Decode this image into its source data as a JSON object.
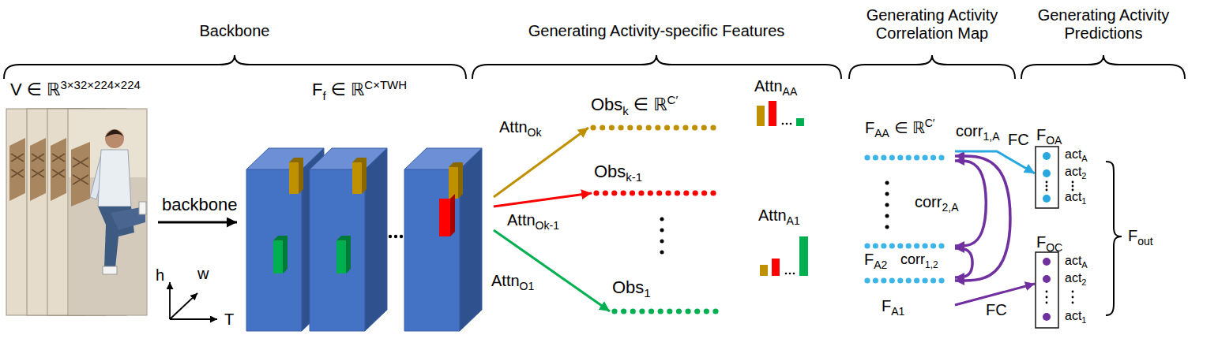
{
  "diagram": {
    "nodes": [
      {
        "text": [
          "V ∈ ℝ",
          "3×32×224×224"
        ]
      },
      {
        "text": [
          "F",
          "f",
          "∈ ℝ",
          "C×TWH"
        ]
      },
      {
        "text": [
          "Obs",
          "k",
          "∈ ℝ",
          "C′"
        ]
      },
      {
        "text": [
          "Obs",
          "k-1"
        ]
      },
      {
        "text": [
          "Obs",
          "1"
        ]
      },
      {
        "text": [
          "F",
          "AA",
          "∈ ℝ",
          "C′"
        ]
      },
      {
        "text": [
          "F",
          "A2"
        ]
      },
      {
        "text": [
          "F",
          "A1"
        ]
      },
      {
        "text": [
          "F",
          "OA",
          "act",
          "A",
          "act",
          "2",
          "act",
          "1"
        ]
      },
      {
        "text": [
          "F",
          "OC",
          "act",
          "A",
          "act",
          "2",
          "act",
          "1"
        ]
      }
    ],
    "edges": [
      {
        "from": 0,
        "to": 1,
        "arrow": "to",
        "label": "backbone"
      },
      {
        "from": 1,
        "to": 2,
        "arrow": "to"
      },
      {
        "from": 1,
        "to": 3,
        "arrow": "to"
      },
      {
        "from": 1,
        "to": 4,
        "arrow": "to"
      },
      {
        "from": 7,
        "to": 5,
        "arrow": "both"
      },
      {
        "from": 6,
        "to": 5,
        "arrow": "both"
      },
      {
        "from": 7,
        "to": 6,
        "arrow": "both"
      },
      {
        "from": 5,
        "to": 8,
        "arrow": "to",
        "label": "FC"
      },
      {
        "from": 7,
        "to": 9,
        "arrow": "to",
        "label": "FC"
      }
    ],
    "labels": [
      "Backbone",
      "Generating Activity-specific Features",
      "Generating Activity Correlation Map",
      "Generating Activity Predictions",
      "Attn",
      "Ok",
      "Attn",
      "Ok-1",
      "Attn",
      "O1",
      "Attn",
      "AA",
      "Attn",
      "A1",
      "corr",
      "1,A",
      "corr",
      "2,A",
      "corr",
      "1,2",
      "h",
      "w",
      "T",
      "F",
      "out"
    ]
  }
}
